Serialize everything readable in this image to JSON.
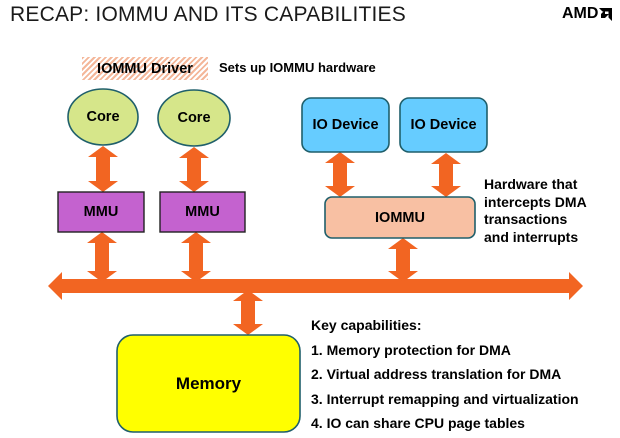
{
  "slide": {
    "title": "RECAP: IOMMU AND ITS CAPABILITIES",
    "logo_text": "AMD",
    "logo_icon": "amd-arrow-icon"
  },
  "driver": {
    "label": "IOMMU Driver",
    "description": "Sets up IOMMU hardware"
  },
  "cpu_side": {
    "cores": [
      {
        "label": "Core"
      },
      {
        "label": "Core"
      }
    ],
    "mmus": [
      {
        "label": "MMU"
      },
      {
        "label": "MMU"
      }
    ]
  },
  "io_side": {
    "devices": [
      {
        "label": "IO Device"
      },
      {
        "label": "IO Device"
      }
    ],
    "iommu": {
      "label": "IOMMU"
    },
    "note_lines": [
      "Hardware that",
      "intercepts DMA",
      "transactions",
      "and interrupts"
    ]
  },
  "memory": {
    "label": "Memory"
  },
  "capabilities": {
    "heading": "Key capabilities:",
    "items": [
      "1. Memory protection for DMA",
      "2. Virtual address translation for DMA",
      "3. Interrupt remapping and virtualization",
      "4. IO can share CPU page tables"
    ]
  },
  "colors": {
    "arrow": "#f26522",
    "core_fill": "#d6e68a",
    "core_stroke": "#1f5f6b",
    "mmu_fill": "#c462cf",
    "io_fill": "#66ccff",
    "iommu_fill": "#f8c0a3",
    "memory_fill": "#ffff00",
    "box_stroke": "#1f5f6b"
  }
}
